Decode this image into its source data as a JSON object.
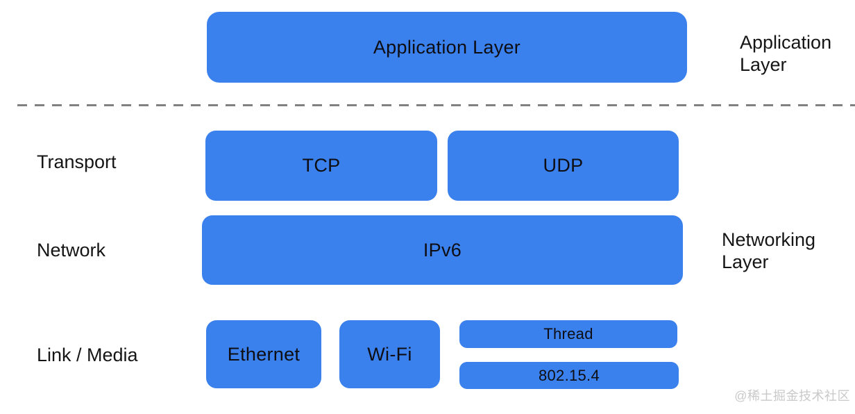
{
  "colors": {
    "box_blue": "#3B81ED",
    "box_text": "#0D0D12",
    "label_text": "#151515",
    "dashed_line": "#808080",
    "watermark": "#C9C9CB",
    "background": "#FFFFFF"
  },
  "boxes": {
    "application": "Application Layer",
    "tcp": "TCP",
    "udp": "UDP",
    "ipv6": "IPv6",
    "ethernet": "Ethernet",
    "wifi": "Wi-Fi",
    "thread": "Thread",
    "ieee802154": "802.15.4"
  },
  "row_labels": {
    "transport": "Transport",
    "network": "Network",
    "link_media": "Link / Media"
  },
  "side_labels": {
    "application": "Application\nLayer",
    "networking": "Networking\nLayer"
  },
  "watermark": "@稀土掘金技术社区"
}
